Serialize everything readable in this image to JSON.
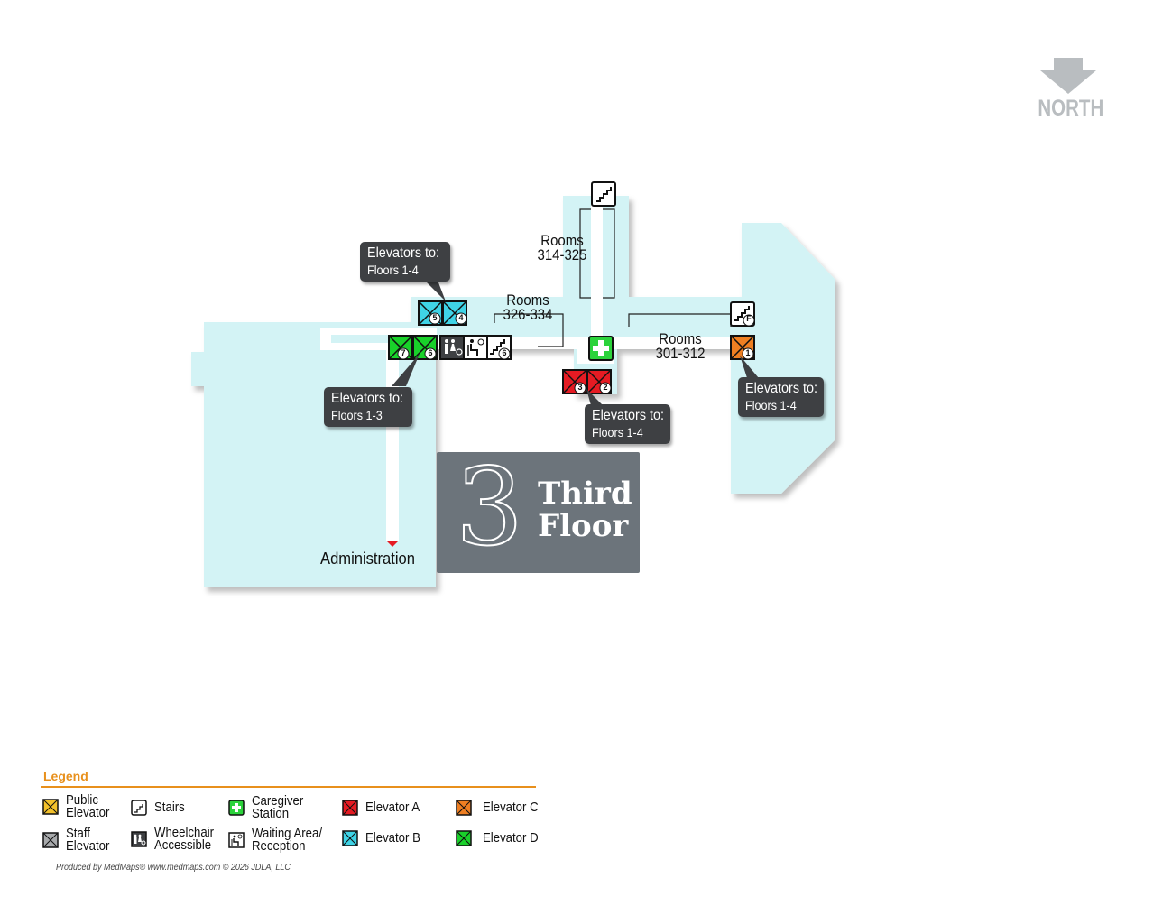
{
  "north": {
    "label": "NORTH",
    "arrow_color": "#b9bdc0"
  },
  "colors": {
    "floor": "#d3f3f5",
    "corridor": "#ffffff",
    "public_elevator": "#f3c12a",
    "staff_elevator": "#a8aaac",
    "elevator_a": "#e51b23",
    "elevator_b": "#3fd3e6",
    "elevator_c": "#ef7f22",
    "elevator_d": "#19d12a",
    "caregiver": "#2bd33b",
    "callout_bg": "#3e4043",
    "floor_badge": "#6c747b",
    "legend_accent": "#e8901c"
  },
  "rooms": [
    {
      "id": "rooms-314-325",
      "line1": "Rooms",
      "line2": "314-325"
    },
    {
      "id": "rooms-326-334",
      "line1": "Rooms",
      "line2": "326-334"
    },
    {
      "id": "rooms-301-312",
      "line1": "Rooms",
      "line2": "301-312"
    }
  ],
  "callouts": [
    {
      "id": "elev-b",
      "line1": "Elevators to:",
      "line2": "Floors 1-4"
    },
    {
      "id": "elev-d",
      "line1": "Elevators to:",
      "line2": "Floors 1-3"
    },
    {
      "id": "elev-a",
      "line1": "Elevators to:",
      "line2": "Floors 1-4"
    },
    {
      "id": "elev-c",
      "line1": "Elevators to:",
      "line2": "Floors 1-4"
    }
  ],
  "elevator_numbers": {
    "b_left": "5",
    "b_right": "4",
    "d_left": "7",
    "d_right": "6",
    "a_left": "3",
    "a_right": "2",
    "c": "1",
    "stairs_6": "6",
    "stairs_f": "F"
  },
  "floor": {
    "number": "3",
    "name_line1": "Third",
    "name_line2": "Floor"
  },
  "destination": {
    "label": "Administration"
  },
  "legend": {
    "title": "Legend",
    "items": [
      {
        "icon": "public-elevator-icon",
        "label1": "Public",
        "label2": "Elevator"
      },
      {
        "icon": "stairs-icon",
        "label1": "Stairs",
        "label2": ""
      },
      {
        "icon": "caregiver-station-icon",
        "label1": "Caregiver",
        "label2": "Station"
      },
      {
        "icon": "elevator-a-icon",
        "label1": "Elevator A",
        "label2": ""
      },
      {
        "icon": "elevator-c-icon",
        "label1": "Elevator C",
        "label2": ""
      },
      {
        "icon": "staff-elevator-icon",
        "label1": "Staff",
        "label2": "Elevator"
      },
      {
        "icon": "wheelchair-accessible-icon",
        "label1": "Wheelchair",
        "label2": "Accessible"
      },
      {
        "icon": "waiting-area-icon",
        "label1": "Waiting Area/",
        "label2": "Reception"
      },
      {
        "icon": "elevator-b-icon",
        "label1": "Elevator B",
        "label2": ""
      },
      {
        "icon": "elevator-d-icon",
        "label1": "Elevator D",
        "label2": ""
      }
    ]
  },
  "credit": "Produced by MedMaps®   www.medmaps.com   © 2026 JDLA, LLC"
}
